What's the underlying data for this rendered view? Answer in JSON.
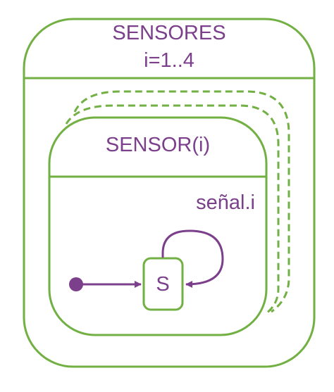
{
  "colors": {
    "border": "#72b043",
    "text": "#7b3f8c",
    "background": "#ffffff"
  },
  "outer_state": {
    "title": "SENSORES",
    "subtitle": "i=1..4"
  },
  "inner_state": {
    "title": "SENSOR(i)",
    "signal": "señal.i"
  },
  "simple_state": {
    "label": "S"
  }
}
